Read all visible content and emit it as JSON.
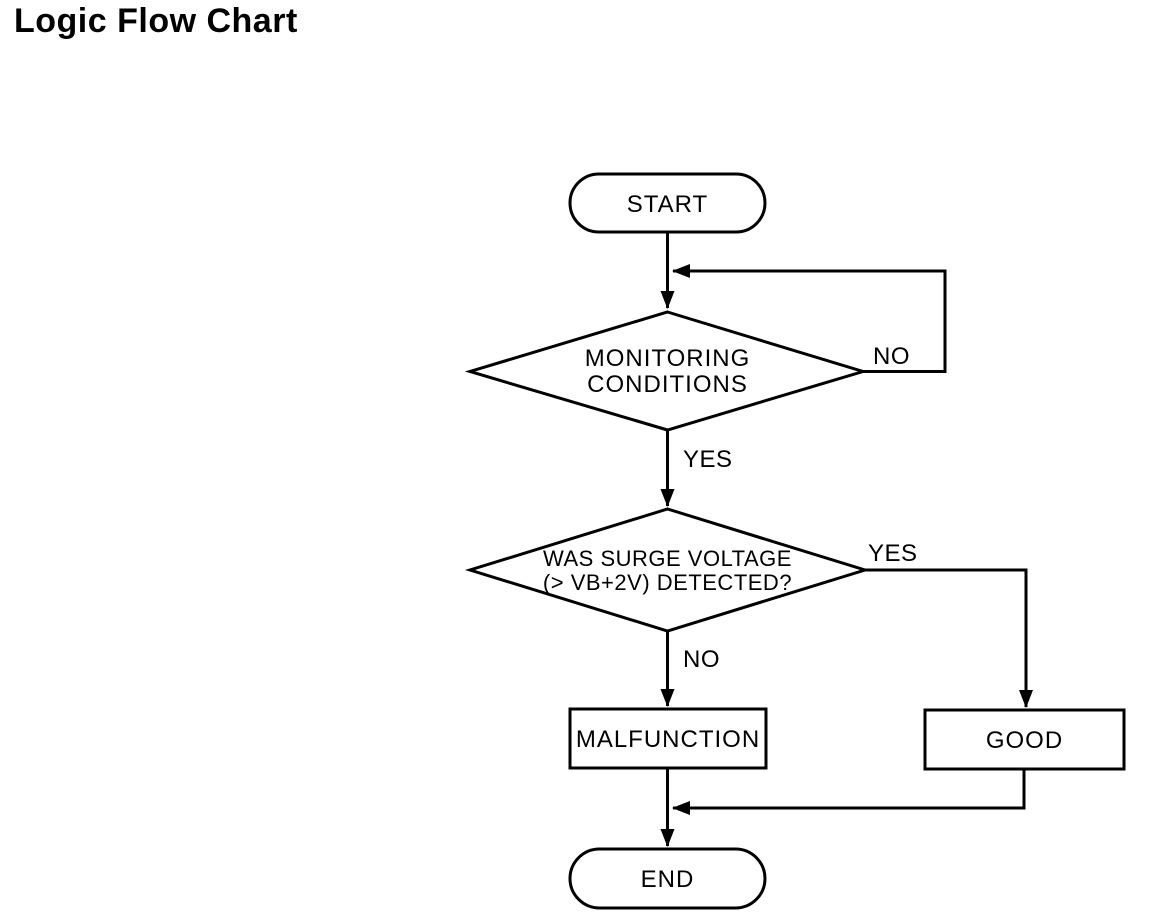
{
  "title": "Logic Flow Chart",
  "colors": {
    "background": "#ffffff",
    "line": "#000000",
    "text": "#000000"
  },
  "flowchart": {
    "nodes": {
      "start": {
        "type": "terminator",
        "label": "START"
      },
      "monitoring": {
        "type": "decision",
        "label": "MONITORING CONDITIONS",
        "line1": "MONITORING",
        "line2": "CONDITIONS"
      },
      "surge": {
        "type": "decision",
        "label": "WAS SURGE VOLTAGE (> VB+2V) DETECTED?",
        "line1": "WAS SURGE VOLTAGE",
        "line2": "(> VB+2V) DETECTED?"
      },
      "malfunction": {
        "type": "process",
        "label": "MALFUNCTION"
      },
      "good": {
        "type": "process",
        "label": "GOOD"
      },
      "end": {
        "type": "terminator",
        "label": "END"
      }
    },
    "edges": [
      {
        "from": "start",
        "to": "monitoring",
        "label": ""
      },
      {
        "from": "monitoring",
        "to": "start-junction",
        "label": "NO"
      },
      {
        "from": "monitoring",
        "to": "surge",
        "label": "YES"
      },
      {
        "from": "surge",
        "to": "good",
        "label": "YES"
      },
      {
        "from": "surge",
        "to": "malfunction",
        "label": "NO"
      },
      {
        "from": "malfunction",
        "to": "end",
        "label": ""
      },
      {
        "from": "good",
        "to": "end-merge",
        "label": ""
      }
    ]
  }
}
